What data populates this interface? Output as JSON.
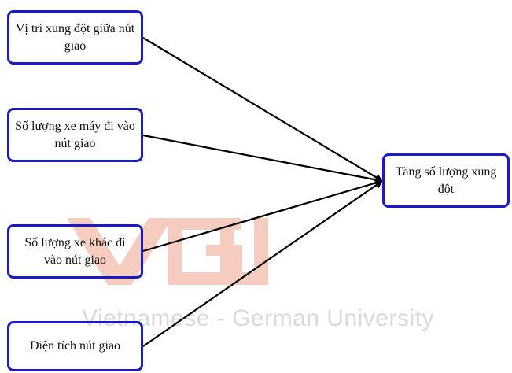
{
  "diagram": {
    "factors": [
      {
        "id": "f1",
        "label": "Vị trí xung đột giữa nút giao"
      },
      {
        "id": "f2",
        "label": "Số lượng xe máy đi vào nút giao"
      },
      {
        "id": "f3",
        "label": "Số lượng xe khác đi vào nút giao"
      },
      {
        "id": "f4",
        "label": "Diện tích nút giao"
      }
    ],
    "outcome": {
      "id": "o1",
      "label": "Tăng số lượng xung đột"
    },
    "edges": [
      {
        "from": "f1",
        "to": "o1"
      },
      {
        "from": "f2",
        "to": "o1"
      },
      {
        "from": "f3",
        "to": "o1"
      },
      {
        "from": "f4",
        "to": "o1"
      }
    ]
  },
  "watermark": {
    "logo_text": "VGU",
    "text": "Vietnamese - German University",
    "logo_color": "#f4c4b4",
    "text_color": "#d9d9d9"
  },
  "colors": {
    "node_border": "#1a1ac8",
    "edge": "#000000"
  }
}
